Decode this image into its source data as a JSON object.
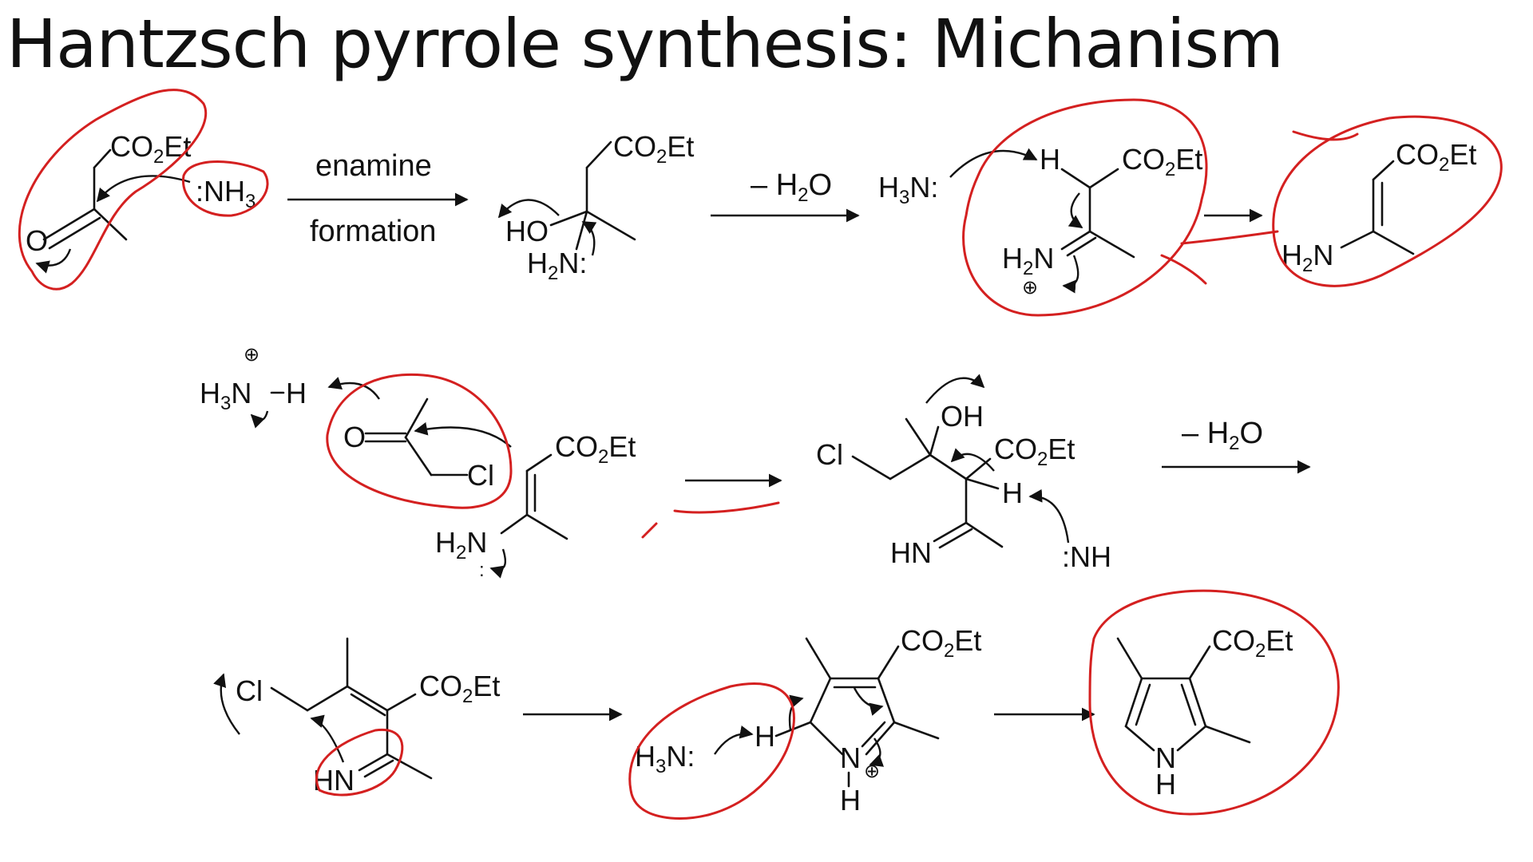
{
  "slide": {
    "title": "Hantzsch pyrrole synthesis: Michanism"
  },
  "labels": {
    "co2et": "CO",
    "co2et_sub": "2",
    "co2et_tail": "Et",
    "nh3": ":NH",
    "nh3_sub": "3",
    "o": "O",
    "ho": "HO",
    "oh": "OH",
    "h2n": "H",
    "h2n_sub": "2",
    "h2n_tail": "N",
    "h3n": "H",
    "h3n_sub": "3",
    "h3n_tail": "N:",
    "h3n_h_tail": "N",
    "h": "H",
    "cl": "Cl",
    "hn": "HN",
    "nh_colon": ":NH",
    "n": "N",
    "plus": "⊕",
    "lone_pair": ":"
  },
  "conditions": {
    "step1_top": "enamine",
    "step1_bottom": "formation",
    "minus_water": "– H",
    "minus_water_sub": "2",
    "minus_water_tail": "O"
  },
  "colors": {
    "ink_annotation": "#d42020",
    "structure": "#111111"
  }
}
